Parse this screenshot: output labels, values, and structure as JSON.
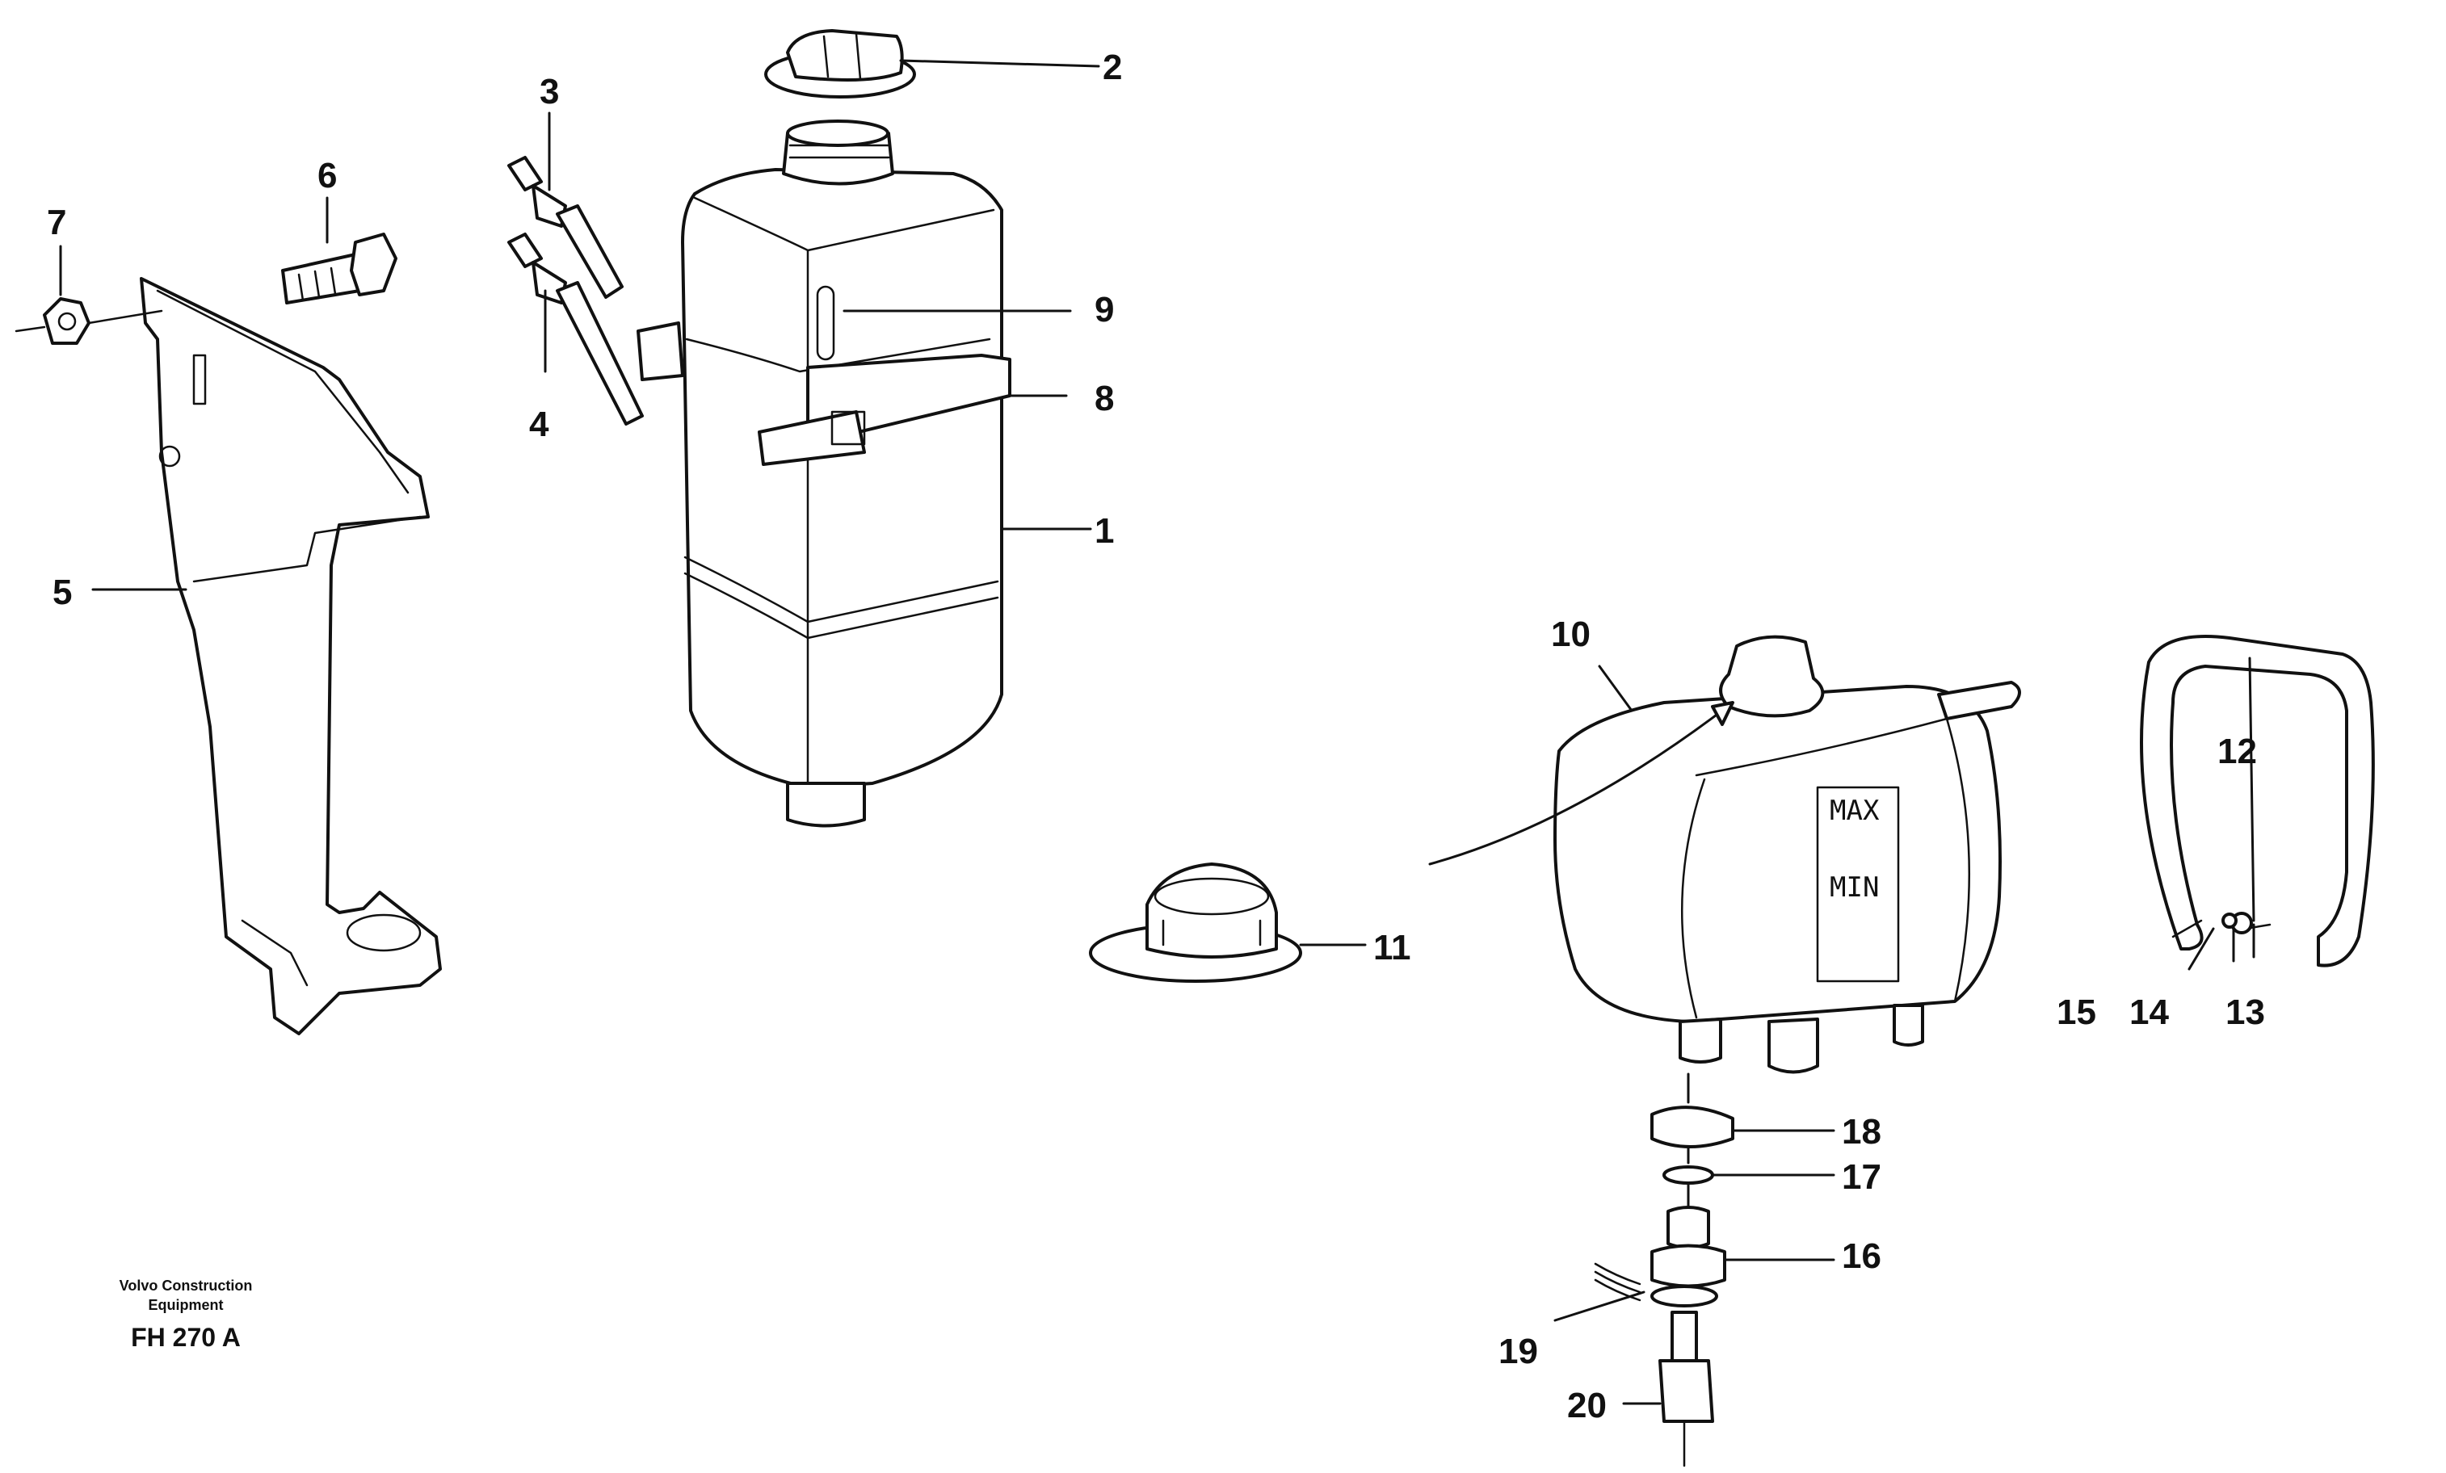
{
  "diagram": {
    "callouts": [
      "1",
      "2",
      "3",
      "4",
      "5",
      "6",
      "7",
      "8",
      "9",
      "10",
      "11",
      "12",
      "13",
      "14",
      "15",
      "16",
      "17",
      "18",
      "19",
      "20"
    ],
    "tank_markings": {
      "max": "MAX",
      "min": "MIN"
    },
    "caption": {
      "company": "Volvo Construction Equipment",
      "code": "FH 270 A"
    }
  }
}
